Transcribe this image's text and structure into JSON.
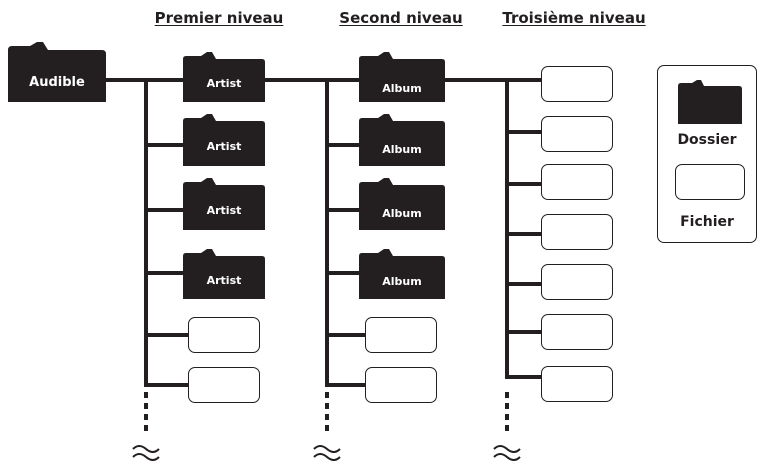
{
  "headings": {
    "level1": "Premier niveau",
    "level2": "Second niveau",
    "level3": "Troisième niveau"
  },
  "root": {
    "label": "Audible"
  },
  "level1": {
    "folders": [
      "Artist",
      "Artist",
      "Artist",
      "Artist"
    ],
    "file_count": 2
  },
  "level2": {
    "folders": [
      "Album",
      "Album",
      "Album",
      "Album"
    ],
    "file_count": 2
  },
  "level3": {
    "file_count": 7
  },
  "legend": {
    "folder_label": "Dossier",
    "file_label": "Fichier"
  },
  "colors": {
    "ink": "#231f20",
    "background": "#ffffff"
  }
}
